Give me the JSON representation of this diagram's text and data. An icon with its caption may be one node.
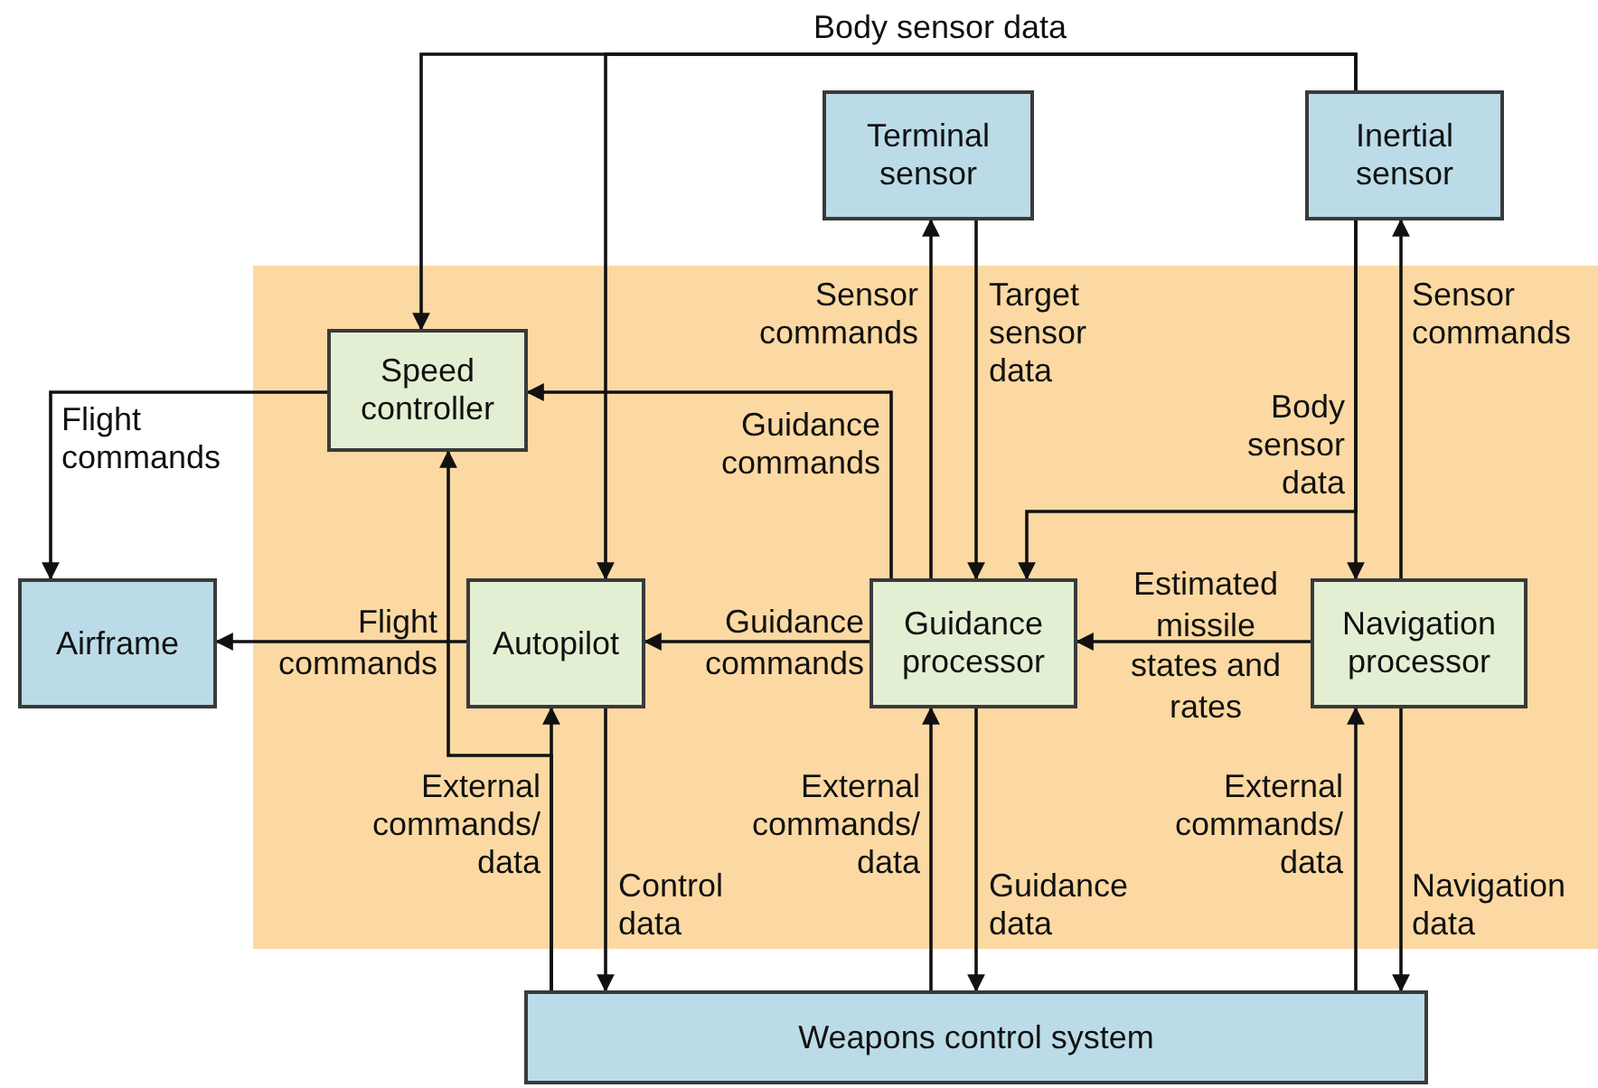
{
  "diagram": {
    "nodes": [
      {
        "text": [
          "Terminal sensor"
        ]
      },
      {
        "text": [
          "Inertial sensor"
        ]
      },
      {
        "text": [],
        "shape": "box"
      },
      {
        "text": [
          "Speed controller"
        ],
        "in": 2
      },
      {
        "text": [
          "Airframe"
        ]
      },
      {
        "text": [
          "Autopilot"
        ],
        "in": 2
      },
      {
        "text": [
          "Guidance processor"
        ],
        "in": 2
      },
      {
        "text": [
          "Navigation processor"
        ],
        "in": 2
      },
      {
        "text": [
          "Weapons control system"
        ]
      }
    ],
    "edges": [
      {
        "from": 1,
        "to": 3,
        "arrow": "to",
        "label": "Body sensor data"
      },
      {
        "from": 1,
        "to": 5,
        "arrow": "to"
      },
      {
        "from": 6,
        "to": 0,
        "arrow": "to",
        "label": "Sensor commands"
      },
      {
        "from": 0,
        "to": 6,
        "arrow": "to",
        "label": "Target sensor data"
      },
      {
        "from": 7,
        "to": 1,
        "arrow": "to",
        "label": "Sensor commands"
      },
      {
        "from": 1,
        "to": 7,
        "arrow": "to"
      },
      {
        "from": 1,
        "to": 6,
        "arrow": "to",
        "label": "Body sensor data"
      },
      {
        "from": 6,
        "to": 3,
        "arrow": "to",
        "label": "Guidance commands"
      },
      {
        "from": 3,
        "to": 4,
        "arrow": "to",
        "label": "Flight commands"
      },
      {
        "from": 5,
        "to": 4,
        "arrow": "to",
        "label": "Flight commands"
      },
      {
        "from": 6,
        "to": 5,
        "arrow": "to",
        "label": "Guidance commands"
      },
      {
        "from": 7,
        "to": 6,
        "arrow": "to",
        "label": "Estimated missile states and rates"
      },
      {
        "from": 8,
        "to": 5,
        "arrow": "to",
        "label": "External commands/ data"
      },
      {
        "from": 8,
        "to": 3,
        "arrow": "to"
      },
      {
        "from": 5,
        "to": 8,
        "arrow": "to",
        "label": "Control data"
      },
      {
        "from": 8,
        "to": 6,
        "arrow": "to",
        "label": "External commands/ data"
      },
      {
        "from": 6,
        "to": 8,
        "arrow": "to",
        "label": "Guidance data"
      },
      {
        "from": 8,
        "to": 7,
        "arrow": "to",
        "label": "External commands/ data"
      },
      {
        "from": 7,
        "to": 8,
        "arrow": "to",
        "label": "Navigation data"
      }
    ]
  }
}
